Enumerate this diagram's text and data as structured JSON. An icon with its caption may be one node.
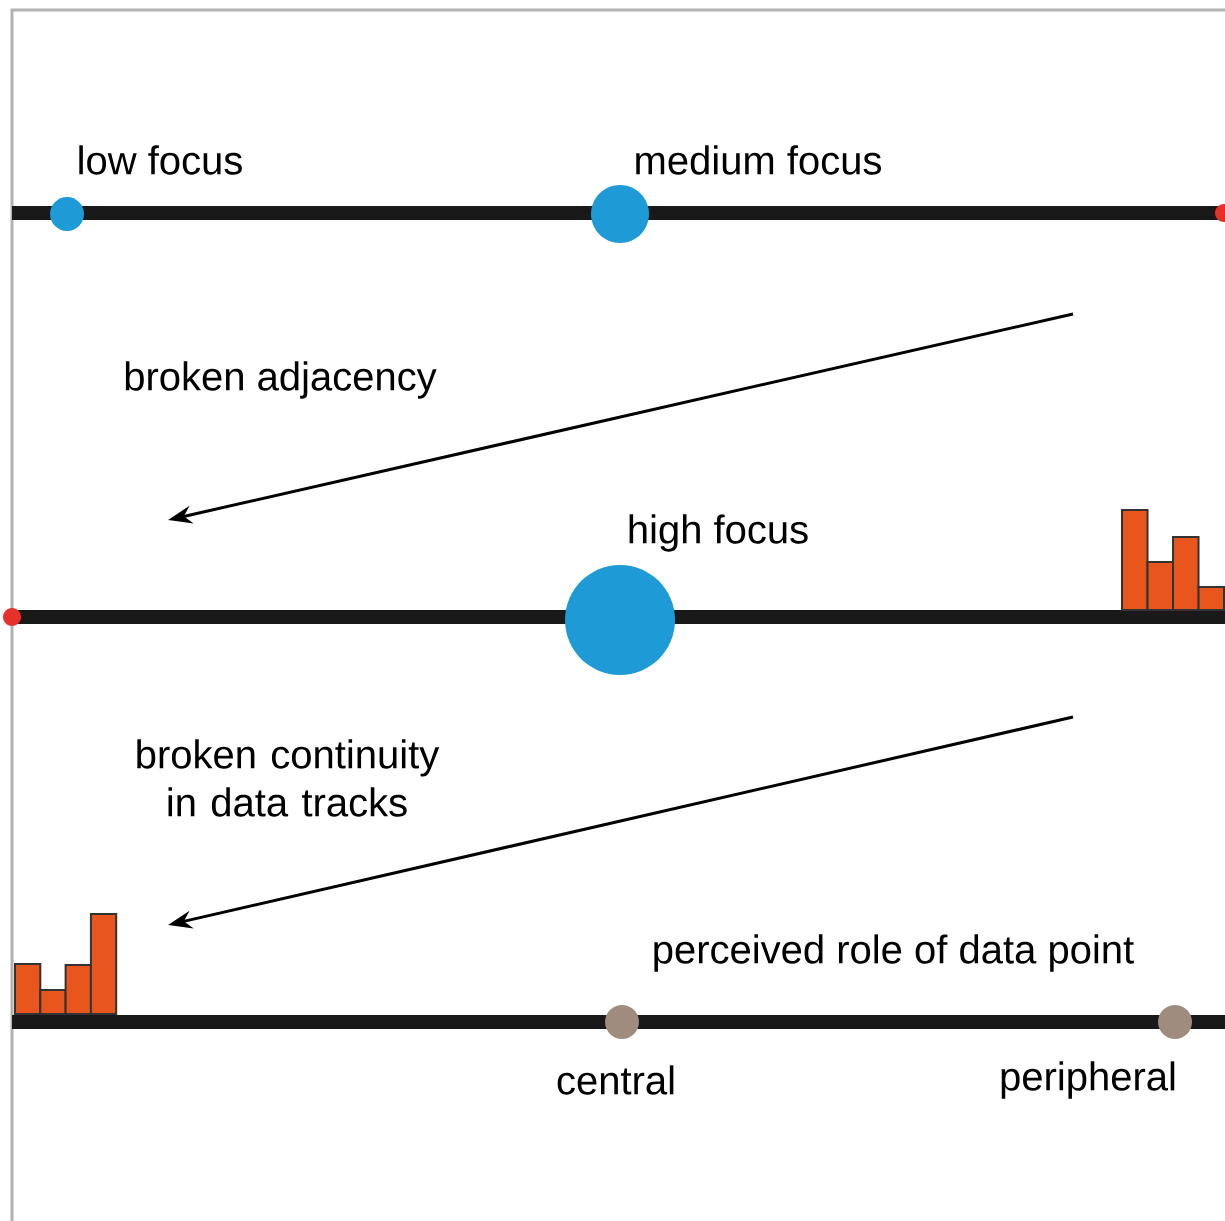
{
  "diagram": {
    "nodes": [
      {
        "text": [],
        "shape": "circle",
        "beside": [
          "low focus"
        ]
      },
      {
        "text": [],
        "shape": "circle",
        "beside": [
          "medium focus"
        ]
      },
      {
        "text": [],
        "shape": "circle",
        "beside": [
          "high focus"
        ]
      },
      {
        "text": [],
        "shape": "circle",
        "beside": [
          "central"
        ]
      },
      {
        "text": [],
        "shape": "circle",
        "beside": [
          "peripheral"
        ]
      }
    ],
    "labels": [
      "broken adjacency",
      "broken continuity in data tracks",
      "perceived role of data point"
    ]
  }
}
